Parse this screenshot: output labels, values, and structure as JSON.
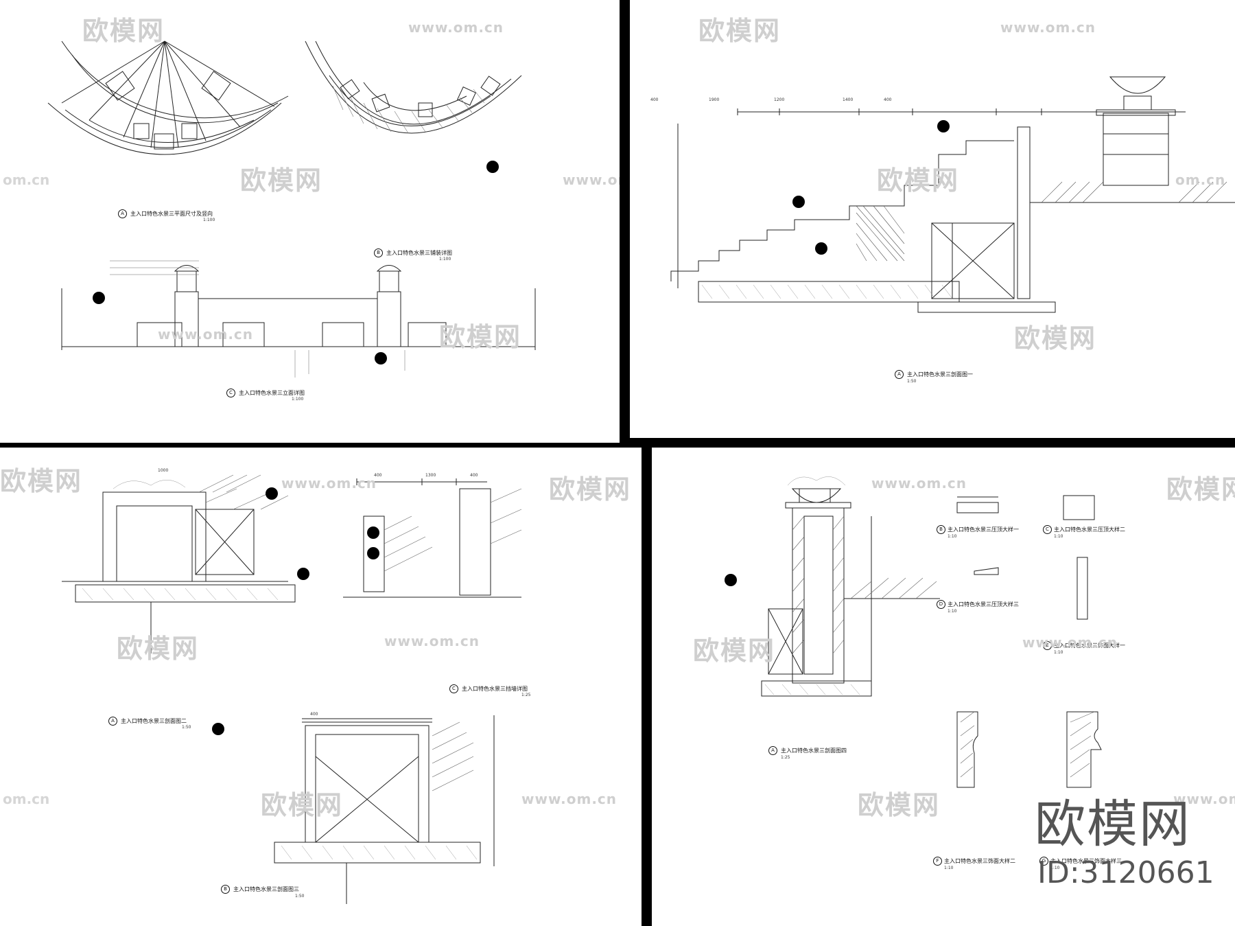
{
  "watermark": {
    "brand_name": "欧模网",
    "site_url": "www.om.cn",
    "edge_url": "om.cn"
  },
  "brand": {
    "name": "欧模网",
    "id": "ID:3120661"
  },
  "sheet_tl": {
    "captions": [
      {
        "tag": "A",
        "title": "主入口特色水景三平面尺寸及竖向",
        "scale": "1:100"
      },
      {
        "tag": "B",
        "title": "主入口特色水景三铺装详图",
        "scale": "1:100"
      },
      {
        "tag": "C",
        "title": "主入口特色水景三立面详图",
        "scale": "1:100"
      }
    ]
  },
  "sheet_tr": {
    "captions": [
      {
        "tag": "A",
        "title": "主入口特色水景三剖面图一",
        "scale": "1:50"
      }
    ],
    "dims": [
      "400",
      "1900",
      "1200",
      "1400",
      "400"
    ]
  },
  "sheet_bl": {
    "captions": [
      {
        "tag": "A",
        "title": "主入口特色水景三剖面图二",
        "scale": "1:50"
      },
      {
        "tag": "C",
        "title": "主入口特色水景三挡墙详图",
        "scale": "1:25"
      },
      {
        "tag": "B",
        "title": "主入口特色水景三剖面图三",
        "scale": "1:50"
      }
    ],
    "dims": [
      "1000",
      "400",
      "1300",
      "400",
      "400"
    ]
  },
  "sheet_br": {
    "captions": [
      {
        "tag": "A",
        "title": "主入口特色水景三剖面图四",
        "scale": "1:25"
      },
      {
        "tag": "B",
        "title": "主入口特色水景三压顶大样一",
        "scale": "1:10"
      },
      {
        "tag": "C",
        "title": "主入口特色水景三压顶大样二",
        "scale": "1:10"
      },
      {
        "tag": "D",
        "title": "主入口特色水景三压顶大样三",
        "scale": "1:10"
      },
      {
        "tag": "E",
        "title": "主入口特色水景三饰面大样一",
        "scale": "1:10"
      },
      {
        "tag": "F",
        "title": "主入口特色水景三饰面大样二",
        "scale": "1:10"
      },
      {
        "tag": "G",
        "title": "主入口特色水景三饰面大样三",
        "scale": "1:10"
      }
    ]
  }
}
